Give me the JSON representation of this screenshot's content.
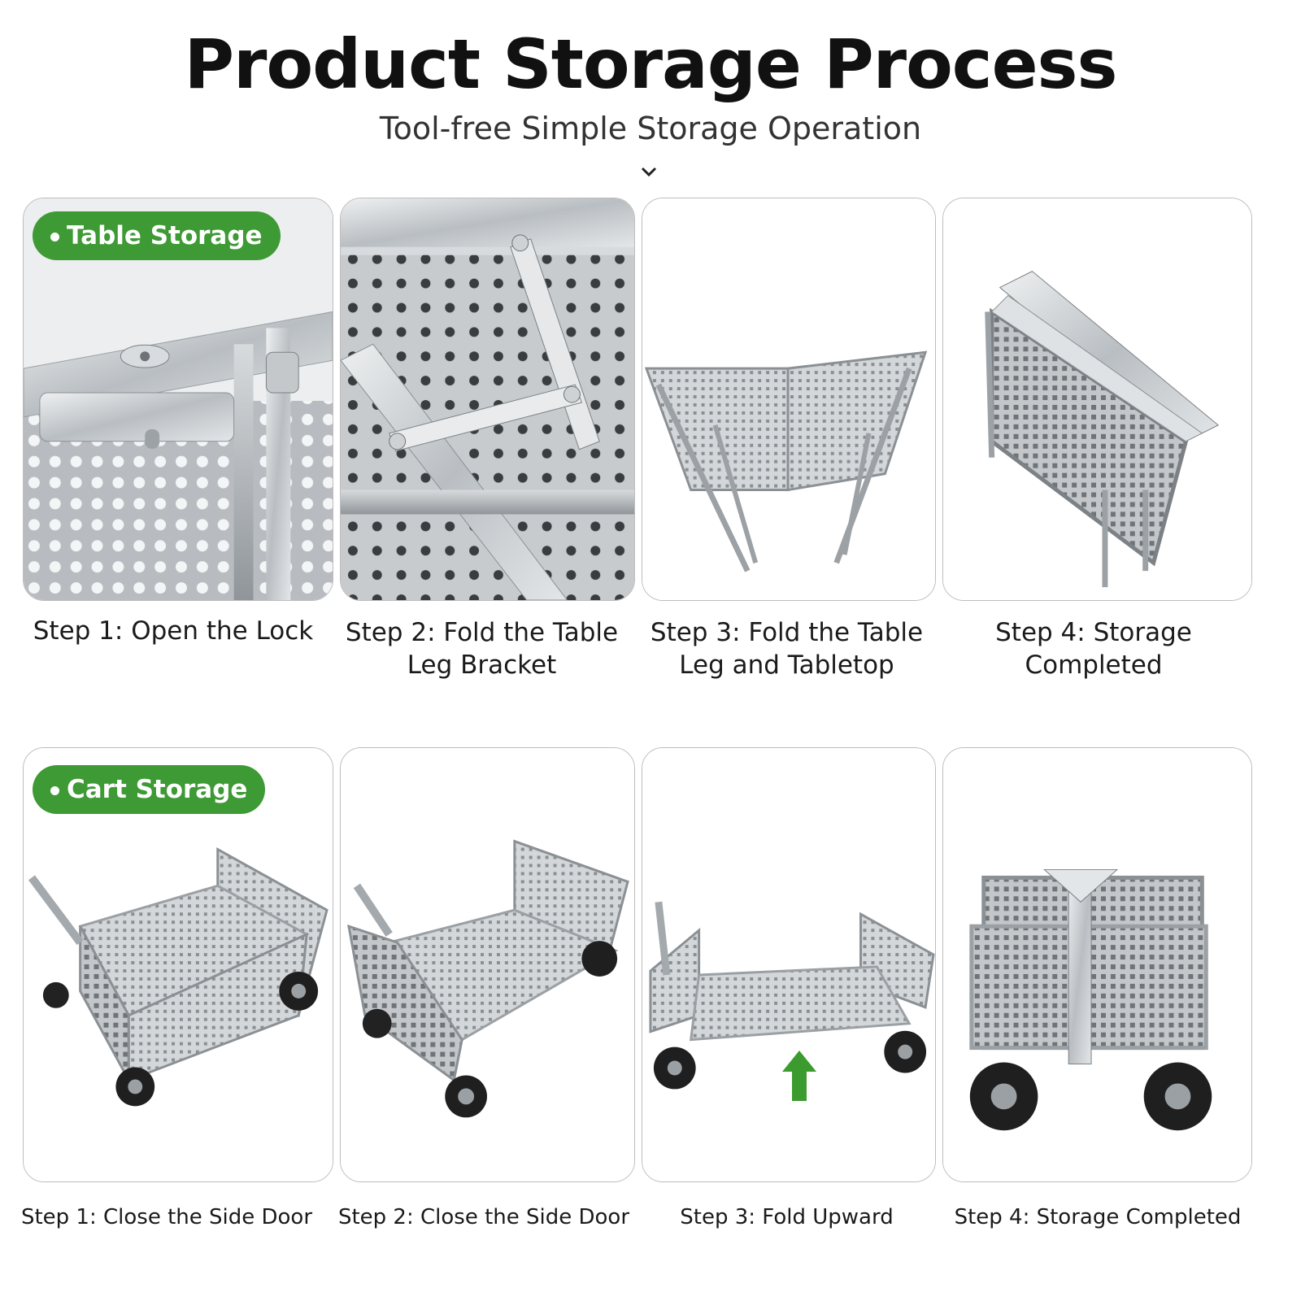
{
  "header": {
    "title": "Product Storage Process",
    "subtitle": "Tool-free Simple Storage Operation"
  },
  "table_section": {
    "badge": "Table Storage",
    "steps": [
      {
        "label": "Step 1:  Open the Lock"
      },
      {
        "label": "Step 2:  Fold the Table Leg Bracket"
      },
      {
        "label": "Step 3:  Fold the Table Leg and Tabletop"
      },
      {
        "label": "Step 4:  Storage Completed"
      }
    ]
  },
  "cart_section": {
    "badge": "Cart Storage",
    "steps": [
      {
        "label": "Step 1:  Close the Side Door"
      },
      {
        "label": "Step 2:  Close the Side Door"
      },
      {
        "label": "Step 3:  Fold Upward"
      },
      {
        "label": "Step 4:  Storage Completed"
      }
    ]
  },
  "colors": {
    "badge_green": "#3d9a34",
    "arrow_green": "#3c9b2f",
    "steel": "#c9ccce"
  },
  "icons": {
    "chevron": "chevron-down-icon",
    "arrow": "arrow-up-icon"
  }
}
